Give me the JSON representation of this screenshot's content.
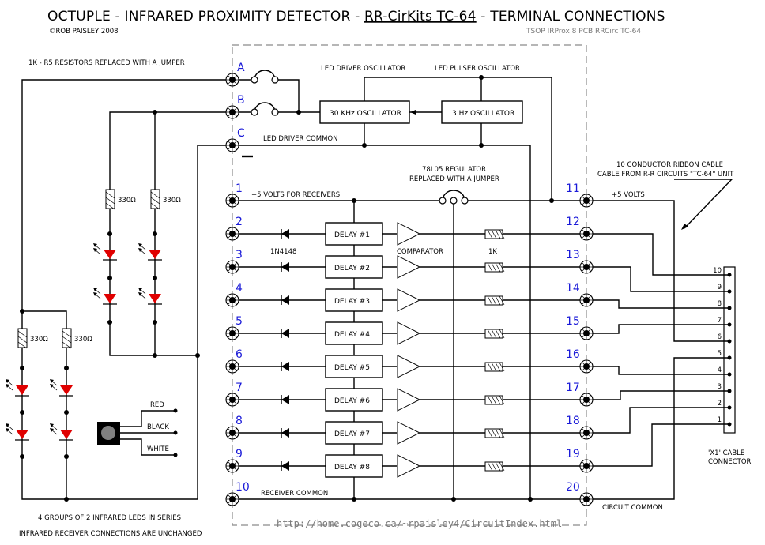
{
  "header": {
    "title_part1": "OCTUPLE - INFRARED PROXIMITY DETECTOR - ",
    "title_link": "RR-CirKits TC-64",
    "title_part2": " - TERMINAL CONNECTIONS",
    "copyright": "©ROB PAISLEY 2008",
    "subtitle": "TSOP IRProx 8 PCB RRCirc TC-64"
  },
  "notes": {
    "jumper_note": "1K - R5 RESISTORS REPLACED WITH A JUMPER",
    "led_groups": "4 GROUPS OF 2 INFRARED LEDS IN SERIES",
    "receiver_unchanged": "INFRARED RECEIVER CONNECTIONS ARE UNCHANGED",
    "ribbon_line1": "10 CONDUCTOR RIBBON CABLE",
    "ribbon_line2": "CABLE FROM R-R CIRCUITS \"TC-64\" UNIT",
    "regulator_line1": "78L05 REGULATOR",
    "regulator_line2": "REPLACED WITH A JUMPER",
    "connector_line1": "'X1' CABLE",
    "connector_line2": "CONNECTOR",
    "url": "http://home.cogeco.ca/~rpaisley4/CircuitIndex.html"
  },
  "blocks": {
    "led_driver_osc_label": "LED DRIVER OSCILLATOR",
    "led_pulser_osc_label": "LED PULSER OSCILLATOR",
    "osc_30khz": "30 KHz OSCILLATOR",
    "osc_3hz": "3 Hz OSCILLATOR",
    "delays": [
      "DELAY #1",
      "DELAY #2",
      "DELAY #3",
      "DELAY #4",
      "DELAY #5",
      "DELAY #6",
      "DELAY #7",
      "DELAY #8"
    ],
    "diode_label": "1N4148",
    "comparator_label": "COMPARATOR",
    "resistor_1k_label": "1K",
    "resistor_330_label": "330Ω"
  },
  "nets": {
    "led_driver_common": "LED DRIVER COMMON",
    "plus5_receivers": "+5 VOLTS FOR RECEIVERS",
    "plus5": "+5 VOLTS",
    "receiver_common": "RECEIVER COMMON",
    "circuit_common": "CIRCUIT COMMON",
    "minus_sign": "—"
  },
  "terminals": {
    "left_letters": [
      "A",
      "B",
      "C"
    ],
    "left_numbers": [
      "1",
      "2",
      "3",
      "4",
      "5",
      "6",
      "7",
      "8",
      "9",
      "10"
    ],
    "right_numbers": [
      "11",
      "12",
      "13",
      "14",
      "15",
      "16",
      "17",
      "18",
      "19",
      "20"
    ]
  },
  "connector_pins": [
    "10",
    "9",
    "8",
    "7",
    "6",
    "5",
    "4",
    "3",
    "2",
    "1"
  ],
  "receiver_wires": [
    "RED",
    "BLACK",
    "WHITE"
  ],
  "colors": {
    "wire": "#000000",
    "terminal_label": "#1a1ad8",
    "led": "#e00000",
    "dashed_outline": "#8a8a8a",
    "receiver_body": "#000000",
    "receiver_lens": "#808080"
  }
}
